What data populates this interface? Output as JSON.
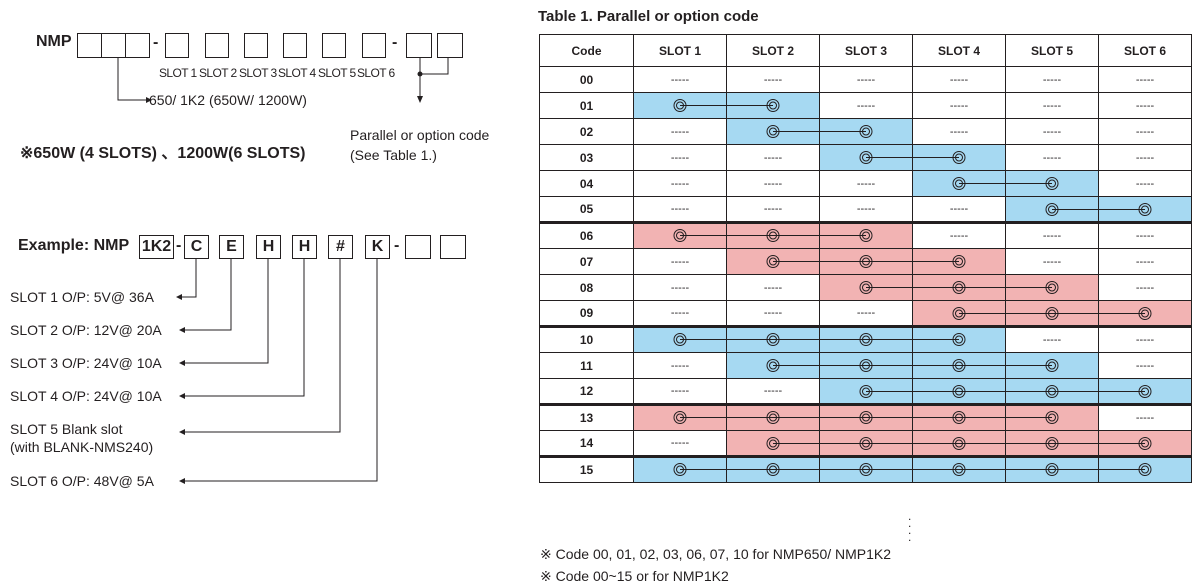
{
  "model": {
    "prefix": "NMP",
    "slot_labels": [
      "SLOT 1",
      "SLOT 2",
      "SLOT 3",
      "SLOT 4",
      "SLOT 5",
      "SLOT 6"
    ],
    "power_note": "650/ 1K2 (650W/ 1200W)",
    "slots_note": "※650W (4 SLOTS) 、1200W(6 SLOTS)",
    "parallel_note_line1": "Parallel or option code",
    "parallel_note_line2": "(See Table 1.)"
  },
  "example": {
    "label": "Example: NMP",
    "power_code": "1K2",
    "slot_codes": [
      "C",
      "E",
      "H",
      "H",
      "#",
      "K"
    ],
    "slot_descriptions": [
      "SLOT 1  O/P: 5V@ 36A",
      "SLOT 2  O/P: 12V@ 20A",
      "SLOT 3  O/P: 24V@ 10A",
      "SLOT 4  O/P: 24V@ 10A",
      "SLOT 5  Blank slot",
      "SLOT 6  O/P: 48V@ 5A"
    ],
    "slot5_extra": "(with BLANK-NMS240)"
  },
  "table": {
    "title": "Table 1. Parallel or option code",
    "headers": [
      "Code",
      "SLOT 1",
      "SLOT 2",
      "SLOT 3",
      "SLOT 4",
      "SLOT 5",
      "SLOT 6"
    ],
    "empty_cell": "-----",
    "colors": {
      "blue": "#a6d9f2",
      "pink": "#f2b3b3"
    },
    "rows": [
      {
        "code": "00",
        "start": 0,
        "end": 0,
        "color": ""
      },
      {
        "code": "01",
        "start": 1,
        "end": 2,
        "color": "blue"
      },
      {
        "code": "02",
        "start": 2,
        "end": 3,
        "color": "blue"
      },
      {
        "code": "03",
        "start": 3,
        "end": 4,
        "color": "blue"
      },
      {
        "code": "04",
        "start": 4,
        "end": 5,
        "color": "blue"
      },
      {
        "code": "05",
        "start": 5,
        "end": 6,
        "color": "blue"
      },
      {
        "code": "06",
        "start": 1,
        "end": 3,
        "color": "pink"
      },
      {
        "code": "07",
        "start": 2,
        "end": 4,
        "color": "pink"
      },
      {
        "code": "08",
        "start": 3,
        "end": 5,
        "color": "pink"
      },
      {
        "code": "09",
        "start": 4,
        "end": 6,
        "color": "pink"
      },
      {
        "code": "10",
        "start": 1,
        "end": 4,
        "color": "blue"
      },
      {
        "code": "11",
        "start": 2,
        "end": 5,
        "color": "blue"
      },
      {
        "code": "12",
        "start": 3,
        "end": 6,
        "color": "blue"
      },
      {
        "code": "13",
        "start": 1,
        "end": 5,
        "color": "pink"
      },
      {
        "code": "14",
        "start": 2,
        "end": 6,
        "color": "pink"
      },
      {
        "code": "15",
        "start": 1,
        "end": 6,
        "color": "blue"
      }
    ],
    "group_start_codes": [
      "06",
      "10",
      "13",
      "15"
    ],
    "footnote1": "※  Code 00, 01, 02, 03, 06, 07, 10 for NMP650/ NMP1K2",
    "footnote2": "※  Code 00~15 or for NMP1K2"
  }
}
